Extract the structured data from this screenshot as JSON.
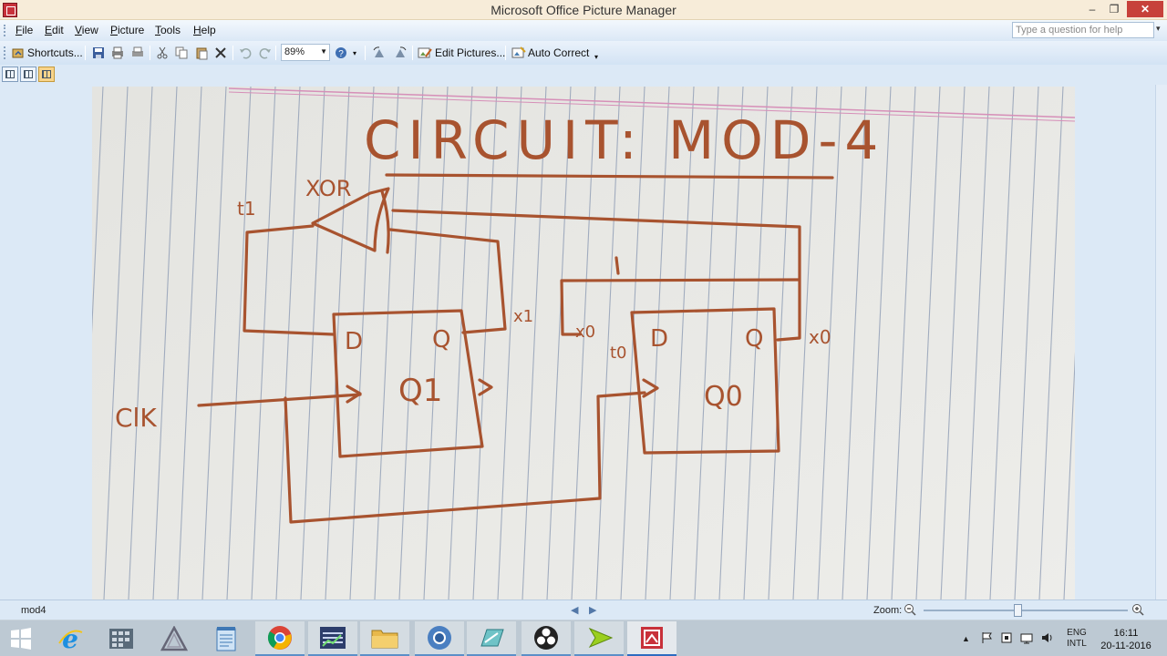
{
  "window": {
    "title": "Microsoft Office Picture Manager",
    "controls": {
      "minimize": "–",
      "maximize": "❐",
      "close": "✕"
    }
  },
  "menu": {
    "items": [
      {
        "label": "File",
        "underline": "F",
        "rest": "ile"
      },
      {
        "label": "Edit",
        "underline": "E",
        "rest": "dit"
      },
      {
        "label": "View",
        "underline": "V",
        "rest": "iew"
      },
      {
        "label": "Picture",
        "underline": "P",
        "rest": "icture"
      },
      {
        "label": "Tools",
        "underline": "T",
        "rest": "ools"
      },
      {
        "label": "Help",
        "underline": "H",
        "rest": "elp"
      }
    ],
    "help_placeholder": "Type a question for help"
  },
  "toolbar": {
    "shortcuts_label": "Shortcuts...",
    "zoom_value": "89%",
    "edit_pictures_label": "Edit Pictures...",
    "auto_correct_label": "Auto Correct"
  },
  "photo": {
    "title": "CIRCUIT: MOD-4",
    "labels": {
      "xor": "XOR",
      "t1": "t1",
      "clk": "ClK",
      "d_left": "D",
      "q_left": "Q",
      "ff_left": "Q1",
      "x1": "x1",
      "t0": "t0",
      "x0_in": "x0",
      "d_right": "D",
      "q_right": "Q",
      "ff_right": "Q0",
      "x0_out": "x0"
    }
  },
  "status": {
    "filename": "mod4",
    "zoom_label": "Zoom:"
  },
  "taskbar": {
    "apps": [
      "windows-start",
      "internet-explorer",
      "calculator-grid",
      "triangle-app",
      "notepad",
      "chrome",
      "task-manager",
      "file-explorer",
      "chrome-canary",
      "drawing-app",
      "obs",
      "play-app",
      "picture-manager"
    ],
    "lang_top": "ENG",
    "lang_bottom": "INTL",
    "time": "16:11",
    "date": "20-11-2016"
  },
  "colors": {
    "ink": "#a8532f",
    "paper": "#ebebe7",
    "rule_line": "#8f9db5",
    "margin_line": "#d68fb8"
  }
}
